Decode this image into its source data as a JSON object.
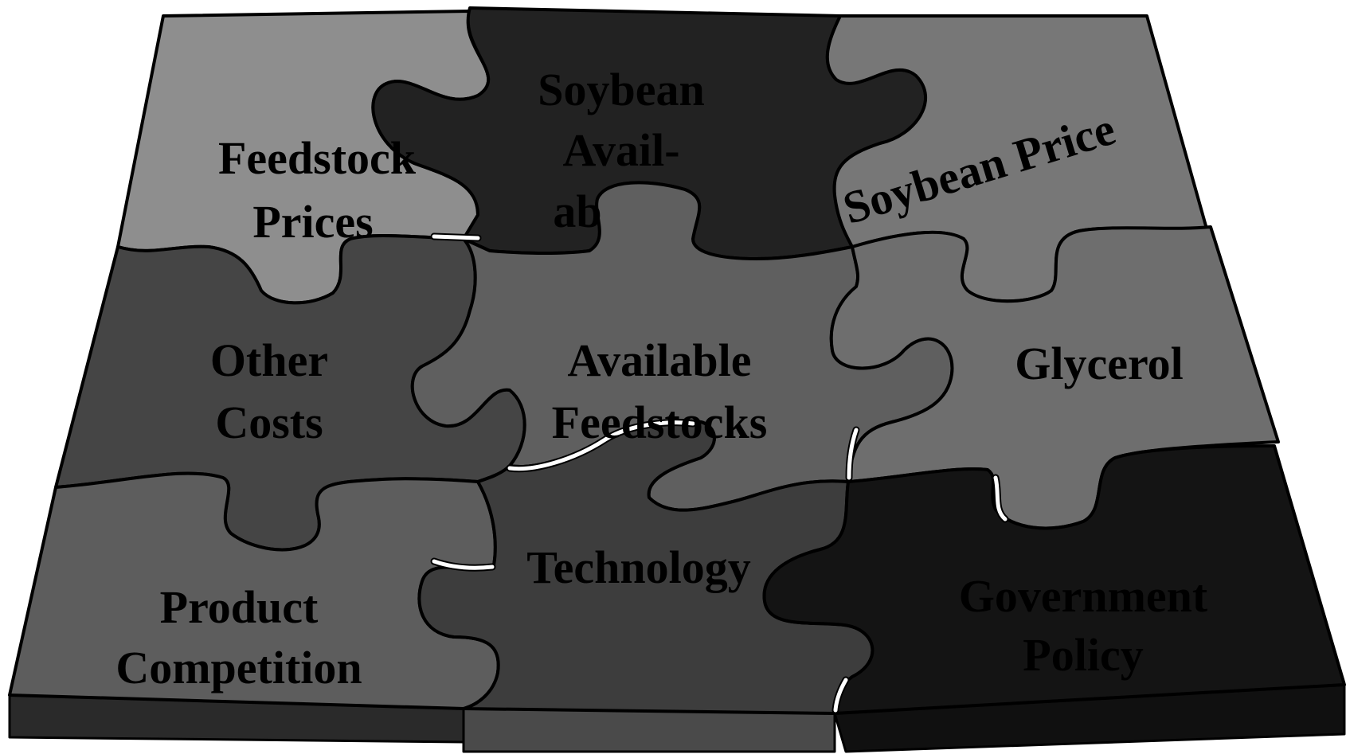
{
  "colors": {
    "feedstock_prices": "#8e8e8e",
    "soybean_availability": "#222222",
    "soybean_price": "#777777",
    "other_costs": "#454545",
    "available_feedstocks": "#5f5f5f",
    "glycerol": "#6e6e6e",
    "product_competition": "#5d5d5d",
    "technology": "#3d3d3d",
    "government_policy": "#141414",
    "base_left": "#2a2a2a",
    "base_mid": "#4a4a4a",
    "base_right": "#101010"
  },
  "pieces": {
    "feedstock_prices": {
      "line1": "Feedstock",
      "line2": "Prices"
    },
    "soybean_availability": {
      "line1": "Soybean",
      "line2": "Avail-",
      "line3": "ab"
    },
    "soybean_price": {
      "line1": "Soybean Price"
    },
    "other_costs": {
      "line1": "Other",
      "line2": "Costs"
    },
    "available_feedstocks": {
      "line1": "Available",
      "line2": "Feedstocks"
    },
    "glycerol": {
      "line1": "Glycerol"
    },
    "product_competition": {
      "line1": "Product",
      "line2": "Competition"
    },
    "technology": {
      "line1": "Technology"
    },
    "government_policy": {
      "line1": "Government",
      "line2": "Policy"
    }
  }
}
